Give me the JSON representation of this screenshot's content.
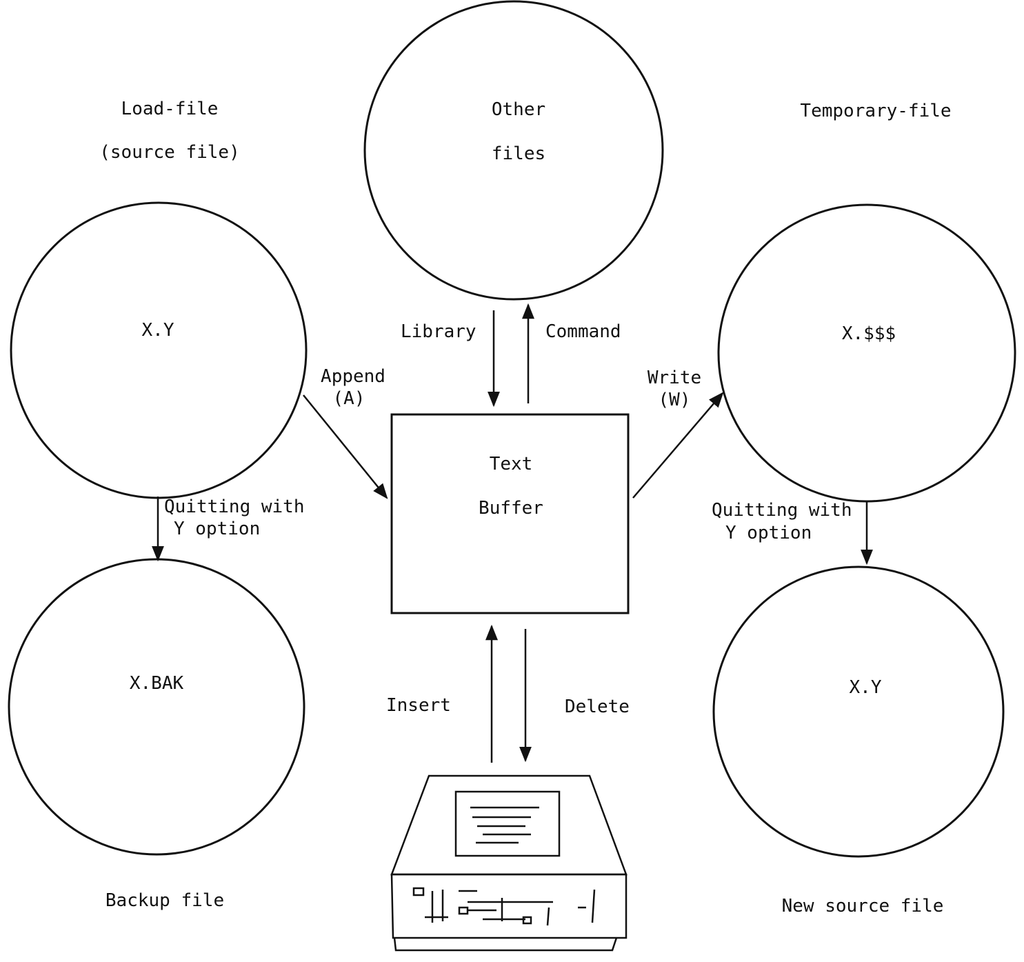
{
  "files": {
    "load_file": {
      "title": "Load-file",
      "subtitle": "(source file)",
      "name": "X.Y"
    },
    "other_files": {
      "line1": "Other",
      "line2": "files"
    },
    "temporary_file": {
      "title": "Temporary-file",
      "name": "X.$$$"
    },
    "backup_file": {
      "name": "X.BAK",
      "caption": "Backup file"
    },
    "new_source_file": {
      "name": "X.Y",
      "caption": "New source file"
    }
  },
  "buffer": {
    "line1": "Text",
    "line2": "Buffer"
  },
  "arrows": {
    "library": "Library",
    "command": "Command",
    "append_line1": "Append",
    "append_line2": "(A)",
    "write_line1": "Write",
    "write_line2": "(W)",
    "quit_left_line1": "Quitting with",
    "quit_left_line2": "Y option",
    "quit_right_line1": "Quitting with",
    "quit_right_line2": "Y option",
    "insert": "Insert",
    "delete": "Delete"
  },
  "colors": {
    "ink": "#111111",
    "paper": "#ffffff"
  }
}
